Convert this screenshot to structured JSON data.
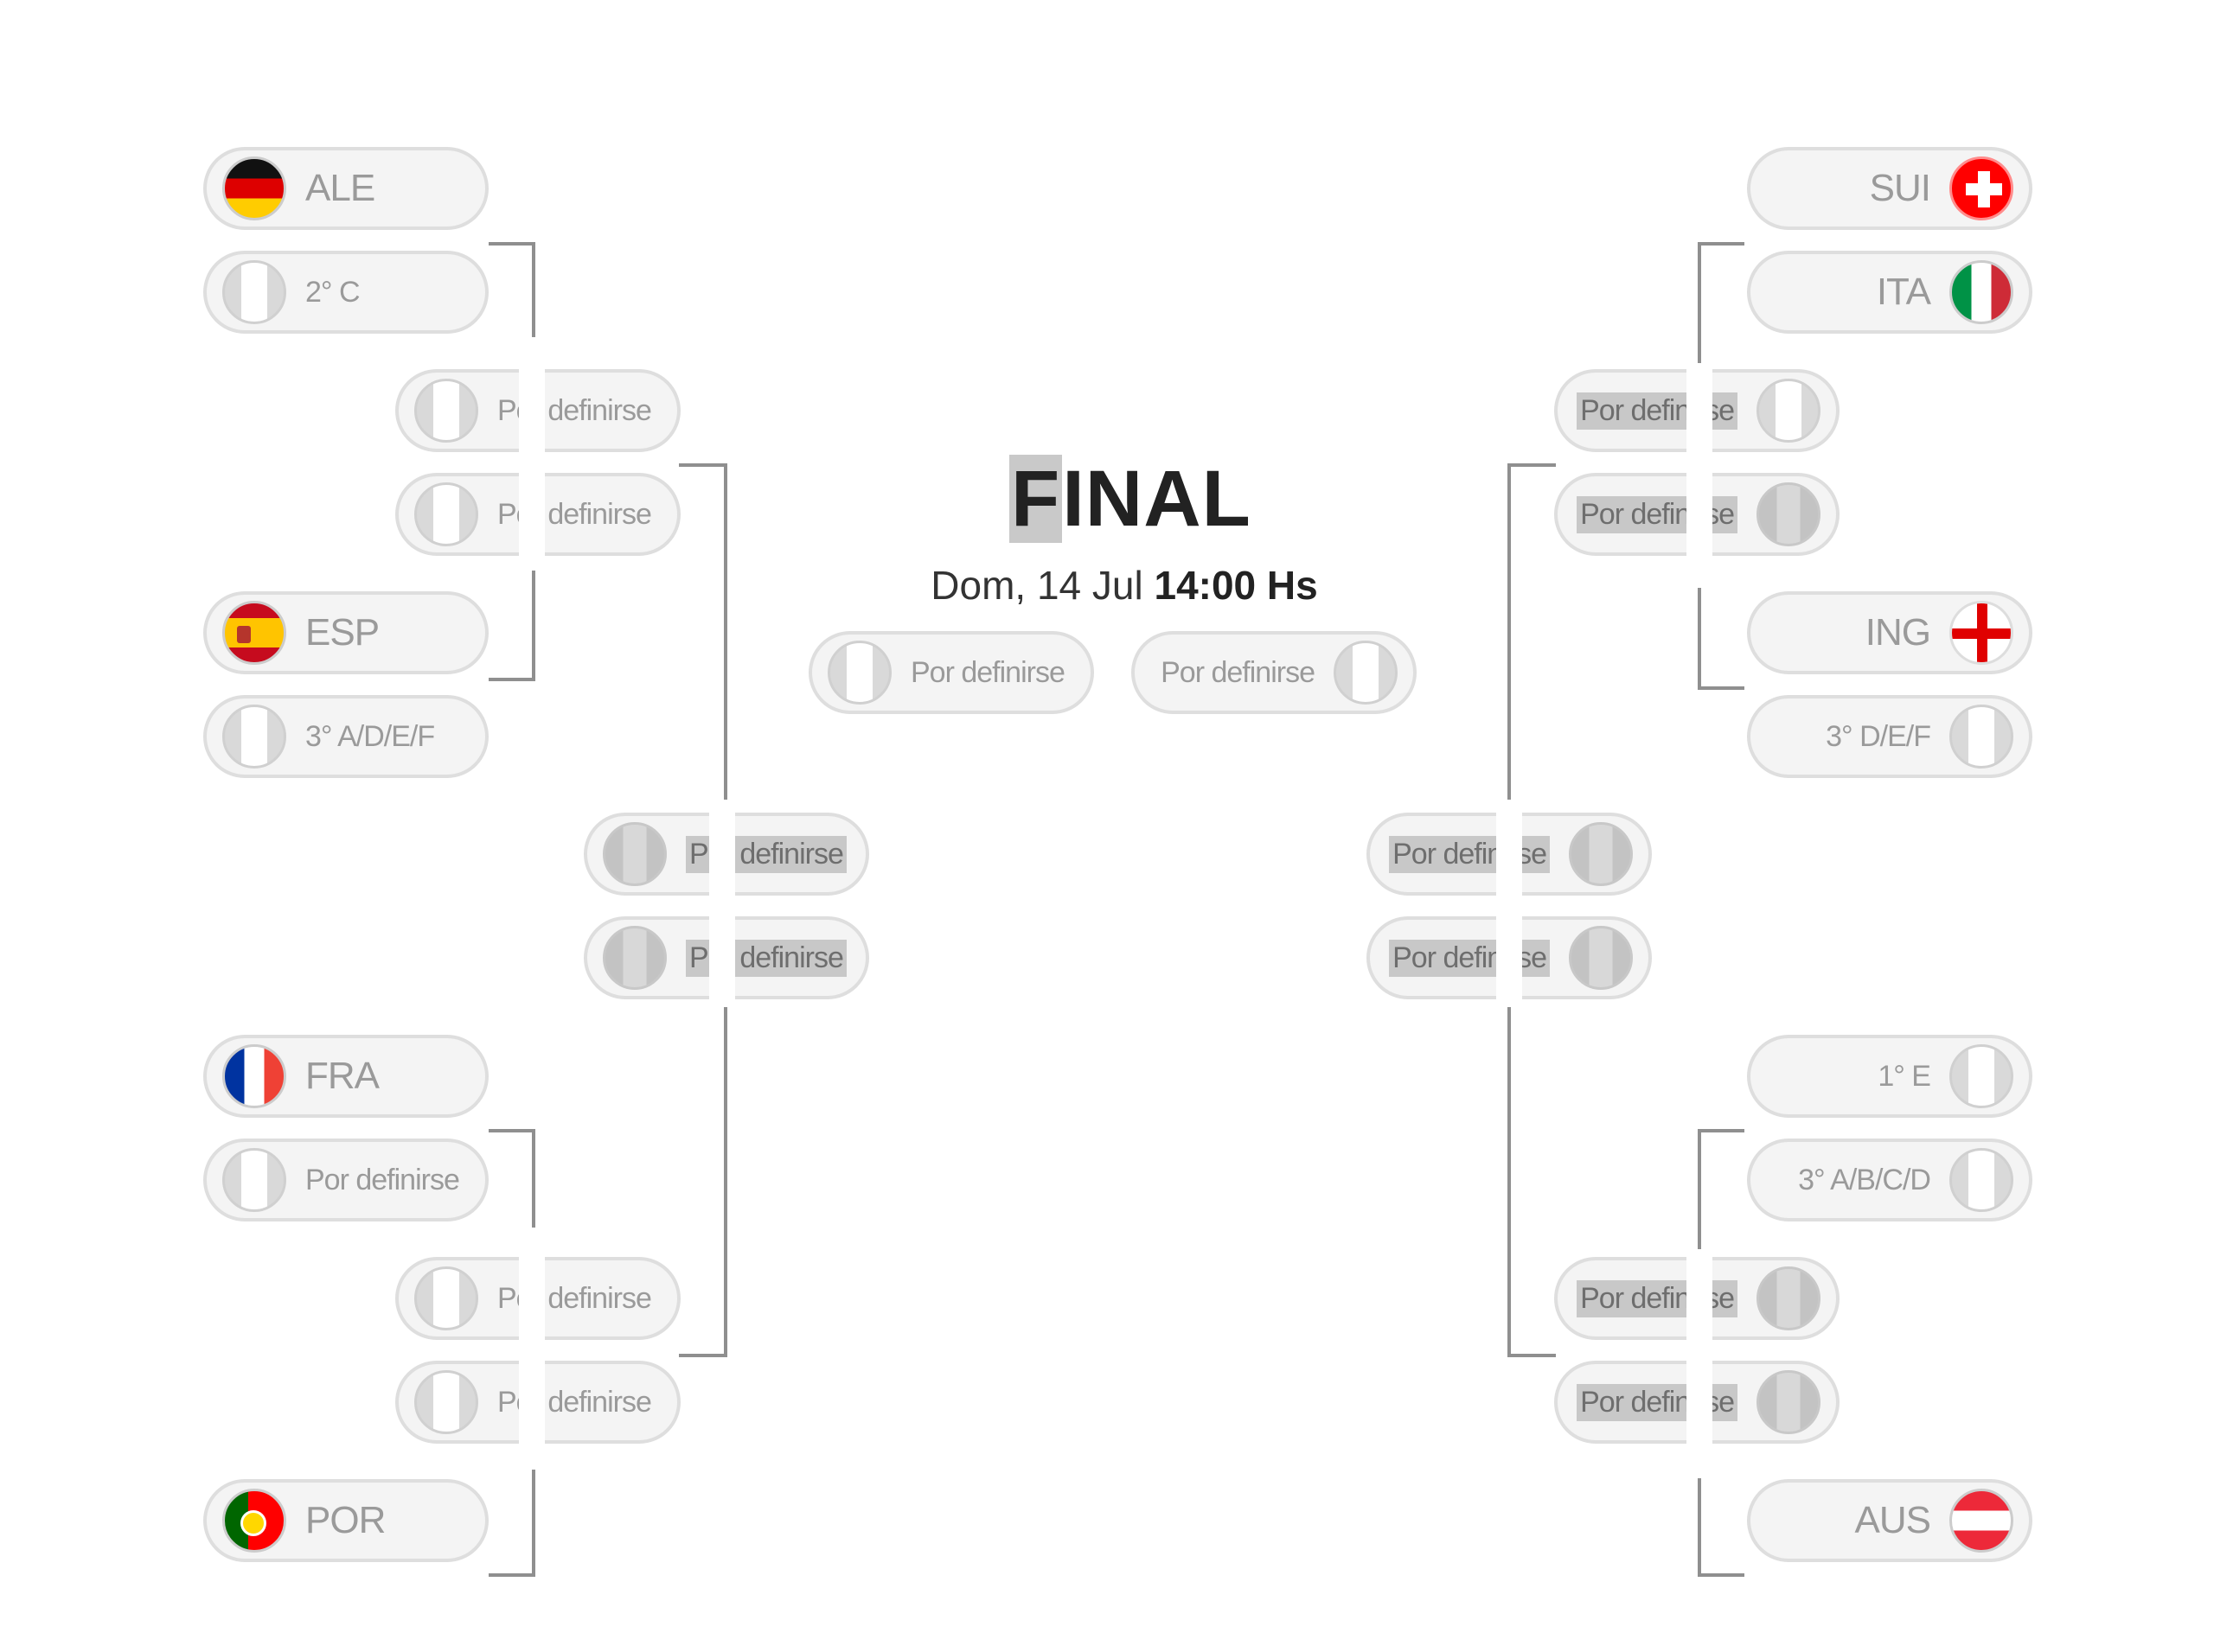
{
  "final": {
    "title_first": "F",
    "title_rest": "INAL",
    "date": "Dom, 14 Jul",
    "time": "14:00 Hs",
    "team1": "Por definirse",
    "team2": "Por definirse"
  },
  "left": {
    "r16": [
      {
        "team": "ALE",
        "flag": "germany-flag-icon"
      },
      {
        "team": "2° C",
        "flag": "placeholder-flag-icon"
      },
      {
        "team": "ESP",
        "flag": "spain-flag-icon"
      },
      {
        "team": "3° A/D/E/F",
        "flag": "placeholder-flag-icon"
      },
      {
        "team": "FRA",
        "flag": "france-flag-icon"
      },
      {
        "team": "Por definirse",
        "flag": "placeholder-flag-icon"
      },
      {
        "team": "POR",
        "flag": "portugal-flag-icon"
      }
    ],
    "qf": [
      "Por definirse",
      "Por definirse",
      "Por definirse",
      "Por definirse"
    ],
    "sf": [
      "Por definirse",
      "Por definirse"
    ]
  },
  "right": {
    "r16": [
      {
        "team": "SUI",
        "flag": "switzerland-flag-icon"
      },
      {
        "team": "ITA",
        "flag": "italy-flag-icon"
      },
      {
        "team": "ING",
        "flag": "england-flag-icon"
      },
      {
        "team": "3° D/E/F",
        "flag": "placeholder-flag-icon"
      },
      {
        "team": "1° E",
        "flag": "placeholder-flag-icon"
      },
      {
        "team": "3° A/B/C/D",
        "flag": "placeholder-flag-icon"
      },
      {
        "team": "AUS",
        "flag": "austria-flag-icon"
      }
    ],
    "qf": [
      "Por definirse",
      "Por definirse",
      "Por definirse",
      "Por definirse"
    ],
    "sf": [
      "Por definirse",
      "Por definirse"
    ]
  }
}
